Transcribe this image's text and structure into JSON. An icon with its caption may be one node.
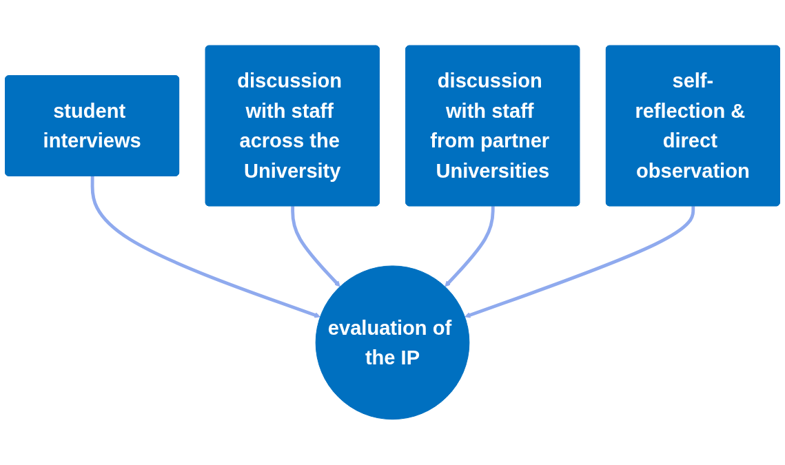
{
  "diagram": {
    "nodes": [
      {
        "text": [
          "student interviews"
        ]
      },
      {
        "text": [
          "discussion with staff across the University"
        ]
      },
      {
        "text": [
          "discussion with staff from partner Universities"
        ]
      },
      {
        "text": [
          "self-reflection & direct observation"
        ]
      },
      {
        "text": [
          "evaluation of the IP"
        ]
      }
    ],
    "edges": [
      {
        "from": 0,
        "to": 4,
        "arrow": "to"
      },
      {
        "from": 1,
        "to": 4,
        "arrow": "to"
      },
      {
        "from": 2,
        "to": 4,
        "arrow": "to"
      },
      {
        "from": 3,
        "to": 4,
        "arrow": "to"
      }
    ]
  }
}
